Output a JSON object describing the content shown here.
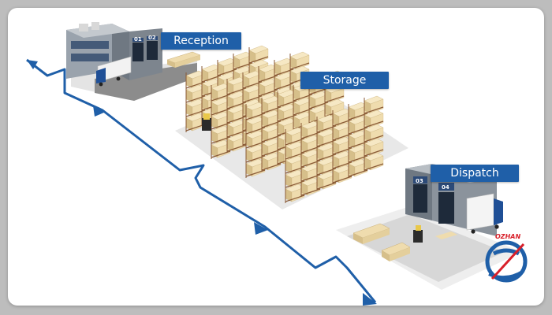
{
  "stages": {
    "reception": "Reception",
    "storage": "Storage",
    "dispatch": "Dispatch"
  },
  "docks": {
    "reception": [
      "01",
      "02"
    ],
    "dispatch": [
      "03",
      "04"
    ]
  },
  "watermark": {
    "text": "OZHAN",
    "color": "#d8202a"
  },
  "colors": {
    "label_bg": "#1f5fa8",
    "flow_line": "#1f5fa8",
    "box": "#efdcae",
    "rack": "#8a5a36"
  }
}
